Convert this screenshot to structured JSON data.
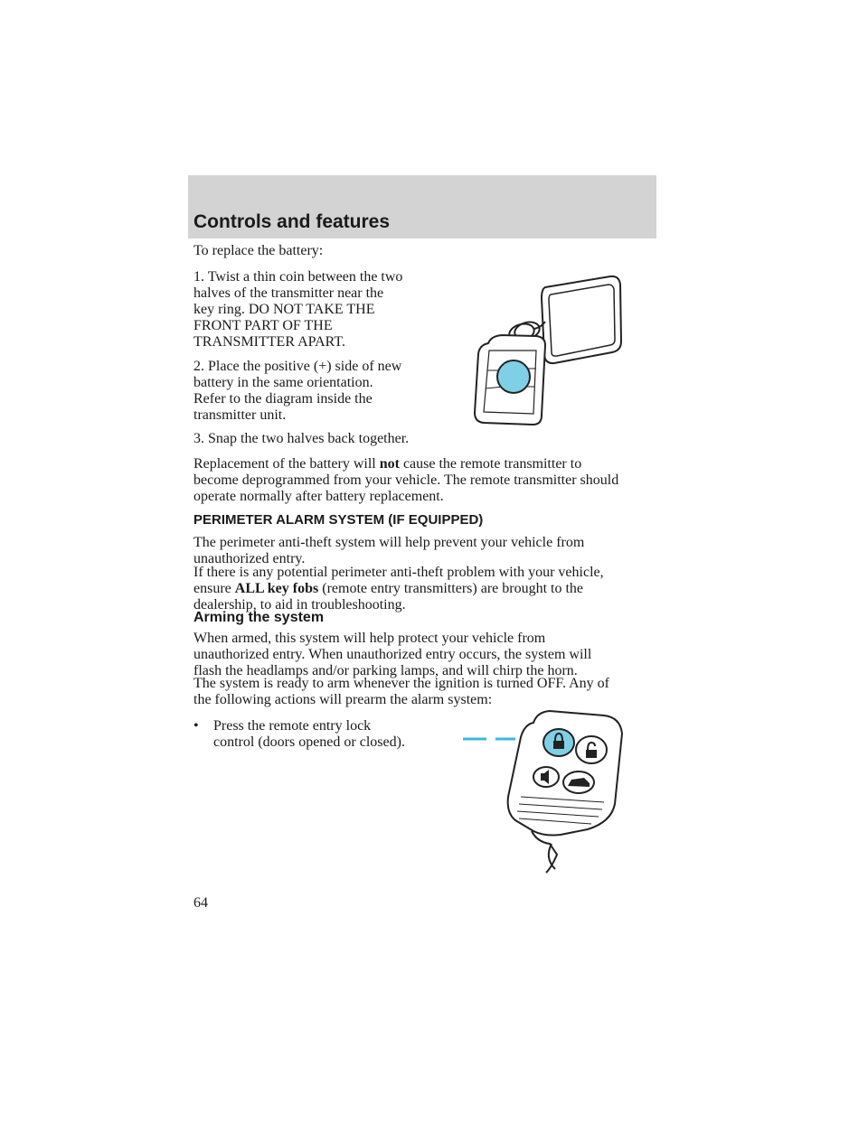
{
  "header": {
    "title": "Controls and features"
  },
  "battery": {
    "intro": "To replace the battery:",
    "step1": [
      "1. Twist a thin coin between the two",
      "halves of the transmitter near the",
      "key ring. DO NOT TAKE THE",
      "FRONT PART OF THE",
      "TRANSMITTER APART."
    ],
    "step2": [
      "2. Place the positive (+) side of new",
      "battery in the same orientation.",
      "Refer to the diagram inside the",
      "transmitter unit."
    ],
    "step3": "3. Snap the two halves back together.",
    "replacement_a": "Replacement of the battery will",
    "replacement_bold": "not",
    "replacement_b": "cause the remote transmitter to",
    "replacement_lines": [
      "become deprogrammed from your vehicle. The remote transmitter should",
      "operate normally after battery replacement."
    ]
  },
  "perimeter": {
    "heading": "PERIMETER ALARM SYSTEM (IF EQUIPPED)",
    "para1": [
      "The perimeter anti-theft system will help prevent your vehicle from",
      "unauthorized entry."
    ],
    "para2_line1": "If there is any potential perimeter anti-theft problem with your vehicle,",
    "para2_a": "ensure",
    "para2_bold": "ALL key fobs",
    "para2_b": "(remote entry transmitters) are brought to the",
    "para2_line3": "dealership, to aid in troubleshooting."
  },
  "arming": {
    "heading": "Arming the system",
    "para1": [
      "When armed, this system will help protect your vehicle from",
      "unauthorized entry. When unauthorized entry occurs, the system will",
      "flash the headlamps and/or parking lamps, and will chirp the horn."
    ],
    "para2": [
      "The system is ready to arm whenever the ignition is turned OFF. Any of",
      "the following actions will prearm the alarm system:"
    ],
    "bullet_symbol": "•",
    "bullet1": [
      "Press the remote entry lock",
      "control (doors opened or closed)."
    ]
  },
  "page_number": "64",
  "colors": {
    "header_band": "#d3d3d3",
    "battery_highlight": "#7fd0e6",
    "lock_highlight": "#7fd0e6",
    "arrow": "#3bb8e0"
  }
}
